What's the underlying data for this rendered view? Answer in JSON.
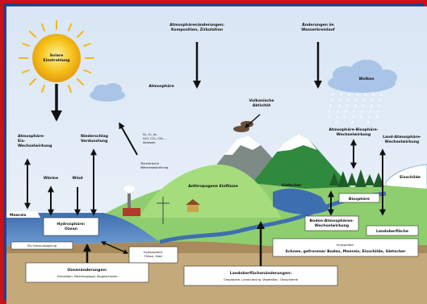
{
  "labels": {
    "sun": [
      "Solare",
      "Einstrahlung"
    ],
    "atmo_changes": [
      "Atmosphärenänderungen:",
      "Komposition, Zirkulation"
    ],
    "water_changes": [
      "Änderungen im",
      "Wasserkreislauf"
    ],
    "atmosphere": "Atmosphäre",
    "clouds": "Wolken",
    "volcanic": [
      "Vulkanische",
      "Aktivität"
    ],
    "gases": [
      "N₂, O₂, Ar,",
      "H₂O, CO₂, CH₄ ...",
      "Aerosole"
    ],
    "terrestrial": [
      "Terrestrische",
      "Wärmeabstrahlung"
    ],
    "atmo_ice": [
      "Atmosphäre-",
      "Eis-",
      "Wechselwirkung"
    ],
    "precip": [
      "Niederschlag",
      "Verdunstung"
    ],
    "heat": "Wärme",
    "wind": "Wind",
    "human": "Anthropogene Einflüsse",
    "glacier": "Gletscher",
    "atmo_bio": [
      "Atmosphäre-Biosphäre-",
      "Wechselwirkung"
    ],
    "land_atmo": [
      "Land-Atmosphäre-",
      "Wechselwirkung"
    ],
    "ice_sheet": "Eisschilde",
    "sea_ice": "Meereis",
    "hydrosphere": [
      "Hydrosphäre:",
      "Ozean"
    ],
    "ice_coupling": "Eis-Ozean-Kopplung",
    "hydro_rivers": [
      "Hydrosphäre:",
      "Flüsse, Seen"
    ],
    "biosphere": "Biosphäre",
    "soil_atmo": [
      "Boden-Atmosphären-",
      "Wechselwirkung"
    ],
    "land_surface": "Landoberfläche",
    "cryosphere": [
      "Kryosphäre:",
      "Schnee, gefrorener Boden, Meereis, Eisschilde, Gletscher"
    ],
    "ocean_changes": [
      "Ozeanänderungen:",
      "Zirkulation, Meeresspiegel, Biogeochemie"
    ],
    "land_changes": [
      "Landoberflächenänderungen:",
      "Orographie, Landnutzung, Vegetation, Ökosysteme"
    ]
  }
}
